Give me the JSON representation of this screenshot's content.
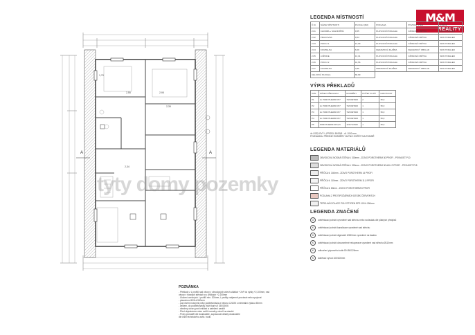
{
  "brand": {
    "logo_mark": "M&M",
    "logo_sub": "REALITY",
    "logo_color": "#c8102e",
    "watermark": "tyty domy pozemky"
  },
  "plan": {
    "room_areas": [
      "1,70",
      "2,55",
      "2,95",
      "2,35",
      "2,34"
    ],
    "section_mark": "A"
  },
  "legend_rooms": {
    "title": "LEGENDA MÍSTNOSTÍ",
    "headers": [
      "Č.M.",
      "NÁZEV MÍSTNOSTI",
      "PLOCHA (M2)",
      "PODLAHA",
      "POVRCH STĚN",
      "STROP"
    ],
    "rows": [
      [
        "2.01",
        "CHODBA + SCHODIŠTĚ",
        "9,55",
        "PLOVOUCÍ PODLAHA",
        "VÁPENNÁ OMÍTKA",
        "SDK PODHLED"
      ],
      [
        "2.02",
        "PRACOVNA",
        "9,54",
        "PLOVOUCÍ PODLAHA",
        "VÁPENNÁ OMÍTKA",
        "SDK PODHLED"
      ],
      [
        "2.03",
        "POKOJ 1",
        "13,09",
        "PLOVOUCÍ PODLAHA",
        "VÁPENNÁ OMÍTKA",
        "SDK PODHLED"
      ],
      [
        "2.04",
        "KOUPELNA",
        "6,09",
        "KERAMICKÁ DLAŽBA",
        "KERAMICKÝ OBKLAD",
        "SDK PODHLED"
      ],
      [
        "2.05",
        "LOŽNICE",
        "13,31",
        "PLOVOUCÍ PODLAHA",
        "VÁPENNÁ OMÍTKA",
        "SDK PODHLED"
      ],
      [
        "2.06",
        "POKOJ 2",
        "10,56",
        "PLOVOUCÍ PODLAHA",
        "VÁPENNÁ OMÍTKA",
        "SDK PODHLED"
      ],
      [
        "2.07",
        "KOUPELNA",
        "4,86",
        "KERAMICKÁ DLAŽBA",
        "KERAMICKÝ OBKLAD",
        "SDK PODHLED"
      ]
    ],
    "total_label": "CELKOVÁ PLOCHA",
    "total_value": "66,99"
  },
  "lintels": {
    "title": "VÝPIS PŘEKLADŮ",
    "headers": [
      "OZN.",
      "NÁZEV PŘEKLADU",
      "ROZMĚRY",
      "POČET KUSŮ",
      "HMOTNOST"
    ],
    "rows": [
      [
        "P1",
        "2x POROTHERM KP7",
        "70/238/1500",
        "2",
        "35,0"
      ],
      [
        "P2",
        "2x POROTHERM KP7",
        "70/238/1500",
        "1",
        "35,0"
      ],
      [
        "P3",
        "2x POROTHERM KP7",
        "70/238/1500",
        "1",
        "35,0"
      ],
      [
        "P4",
        "2x POROTHERM KP7",
        "70/238/1500",
        "1",
        "35,0"
      ],
      [
        "P5",
        "POROTHERM KP11,5",
        "115/71/1500",
        "1",
        "35,0"
      ]
    ],
    "note_a": "4x OCELOVÝ L-PROFIL 50/50/5 - dl. 1000 mm",
    "note_b": "POZNÁMKA: PŘESNÉ ROZMĚRY NUTNO OVĚŘIT NA STAVBĚ"
  },
  "materials": {
    "title": "LEGENDA MATERIÁLŮ",
    "items": [
      "OBVODOVÁ NOSNÁ STĚNA tl. 300mm - ZDIVO POROTHERM 30 PROFI - PEVNOST P10",
      "OBVODOVÁ NOSNÁ STĚNA tl. 300mm - ZDIVO POROTHERM 30 AKU Z PROFI - PEVNOST P15",
      "PŘÍČKA tl. 140mm - ZDIVO POROTHERM 14 PROFI",
      "PŘÍČKA tl. 115mm - ZDIVO POROTHERM 11,5 PROFI",
      "PŘÍČKA tl. 80mm - ZDIVO POROTHERM 8 PROFI",
      "PODLAHA Z PROTIPOŽÁRNÍCH DESEK ČERVENÝCH",
      "TEPELNÁ IZOLACE POLYSTYREN EPS 100 tl.150mm"
    ]
  },
  "symbols": {
    "title": "LEGENDA ZNAČENÍ",
    "items": [
      {
        "sym": "O",
        "text": "odvětrávací potrubí vyvedené nad střechu nebo na fasádu dle platných předpisů"
      },
      {
        "sym": "K",
        "text": "odvětrávací potrubí kanalizace vyvedené nad střechu"
      },
      {
        "sym": "K",
        "text": "odvětrávací potrubí digestoře Ø150mm vyvedené na fasádu"
      },
      {
        "sym": "K",
        "text": "odvětrávací potrubí dvousměrné rekuperace vyvedené nad střechu Ø110mm"
      },
      {
        "sym": "K",
        "text": "odkouření plynového kotle DN 80/125mm"
      },
      {
        "sym": "K",
        "text": "doběrací vývod 100/100mm"
      }
    ]
  },
  "notes": {
    "title": "POZNÁMKA",
    "lines": [
      "- Překlady z L profilů nad otvory v obvodových zdech ukládat + 2xP do výšky +2,100mm, nad",
      "otvory v nosných stěnách a v příčkách +2,100mm",
      "- Uložení ocelových L profilů min. 200mm, L profily vzájemně provázat nebo spojovat",
      "- pásovinou 50/6 á 500mm",
      "- pod všemi nosnými prvky podbetonávka z betonu C20/25 s minimální výškou 50mm",
      "- celkem, do podbetonávky vložit kari síť 150/150/6",
      "- všechny otvory proti vnikání a zatečení zasklít",
      "- Před objednáním oken ověřit rozměry otvorů na stavbě",
      "- Prvky provádět dle dodavatele, zapracovat detaily dodavatele",
      "dle čísel technického zaříz. bodů"
    ]
  }
}
